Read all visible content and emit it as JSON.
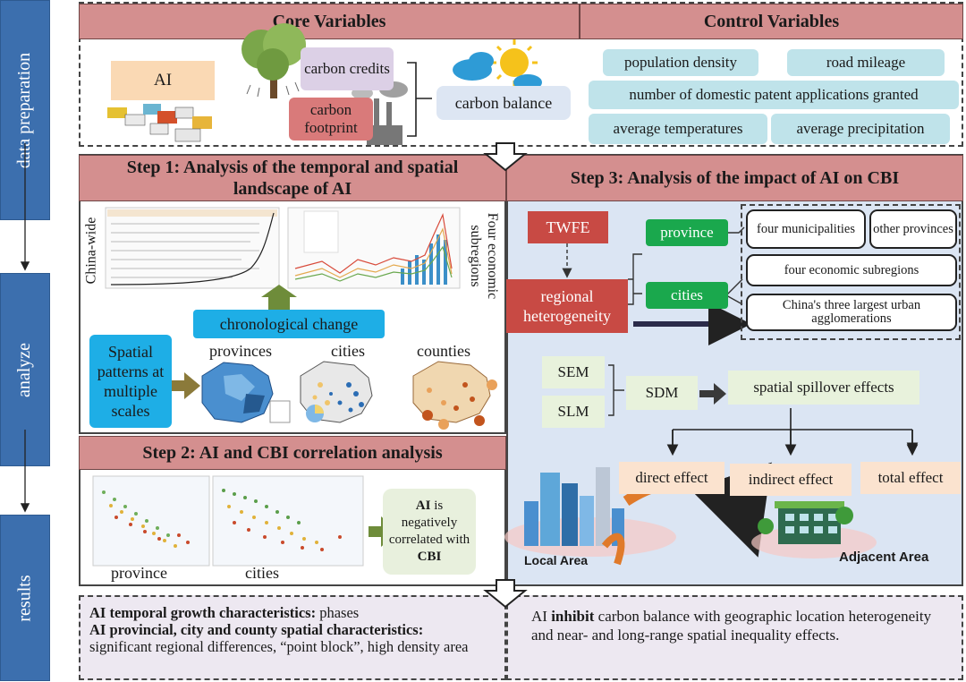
{
  "sidebar": {
    "data_preparation": "data preparation",
    "analyze": "analyze",
    "results": "results"
  },
  "core": {
    "header": "Core Variables",
    "ai": "AI",
    "carbon_credits": "carbon credits",
    "carbon_footprint": "carbon footprint",
    "carbon_balance": "carbon balance"
  },
  "control": {
    "header": "Control Variables",
    "population_density": "population density",
    "road_mileage": "road mileage",
    "patents": "number of domestic patent applications granted",
    "temperatures": "average temperatures",
    "precipitation": "average precipitation"
  },
  "step1": {
    "header": "Step 1: Analysis of the temporal and spatial landscape of AI",
    "china_wide": "China-wide",
    "four_subregions": "Four economic subregions",
    "chronological": "chronological change",
    "spatial_patterns": "Spatial patterns at multiple scales",
    "provinces": "provinces",
    "cities": "cities",
    "counties": "counties"
  },
  "step2": {
    "header": "Step 2: AI and CBI correlation analysis",
    "province": "province",
    "cities": "cities",
    "ai_bold": "AI",
    "is_neg": "is negatively correlated with",
    "cbi_bold": "CBI"
  },
  "step3": {
    "header": "Step 3: Analysis of the impact of AI on CBI",
    "twfe": "TWFE",
    "regional": "regional heterogeneity",
    "province": "province",
    "cities": "cities",
    "four_municipalities": "four municipalities",
    "other_provinces": "other provinces",
    "four_subregions": "four economic subregions",
    "urban_agglomerations": "China's three largest urban agglomerations",
    "sem": "SEM",
    "slm": "SLM",
    "sdm": "SDM",
    "spillover": "spatial spillover effects",
    "direct": "direct effect",
    "indirect": "indirect effect",
    "total": "total effect",
    "local_area": "Local Area",
    "adjacent_area": "Adjacent Area"
  },
  "results": {
    "temporal_bold": "AI temporal growth characteristics:",
    "temporal_text": " phases",
    "spatial_bold": "AI provincial, city and county spatial characteristics:",
    "spatial_text": "significant regional differences, “point block”, high density area",
    "right_pre": "AI ",
    "right_bold": "inhibit",
    "right_post": " carbon balance with geographic location heterogeneity and near- and long-range spatial inequality effects."
  },
  "colors": {
    "sidebar_blue": "#3c6fae",
    "header_red": "#d48f8f",
    "box_red": "#c84a44",
    "green": "#1aa84d",
    "cyan": "#1eaee6",
    "light_blue_panel": "#dbe5f3"
  }
}
